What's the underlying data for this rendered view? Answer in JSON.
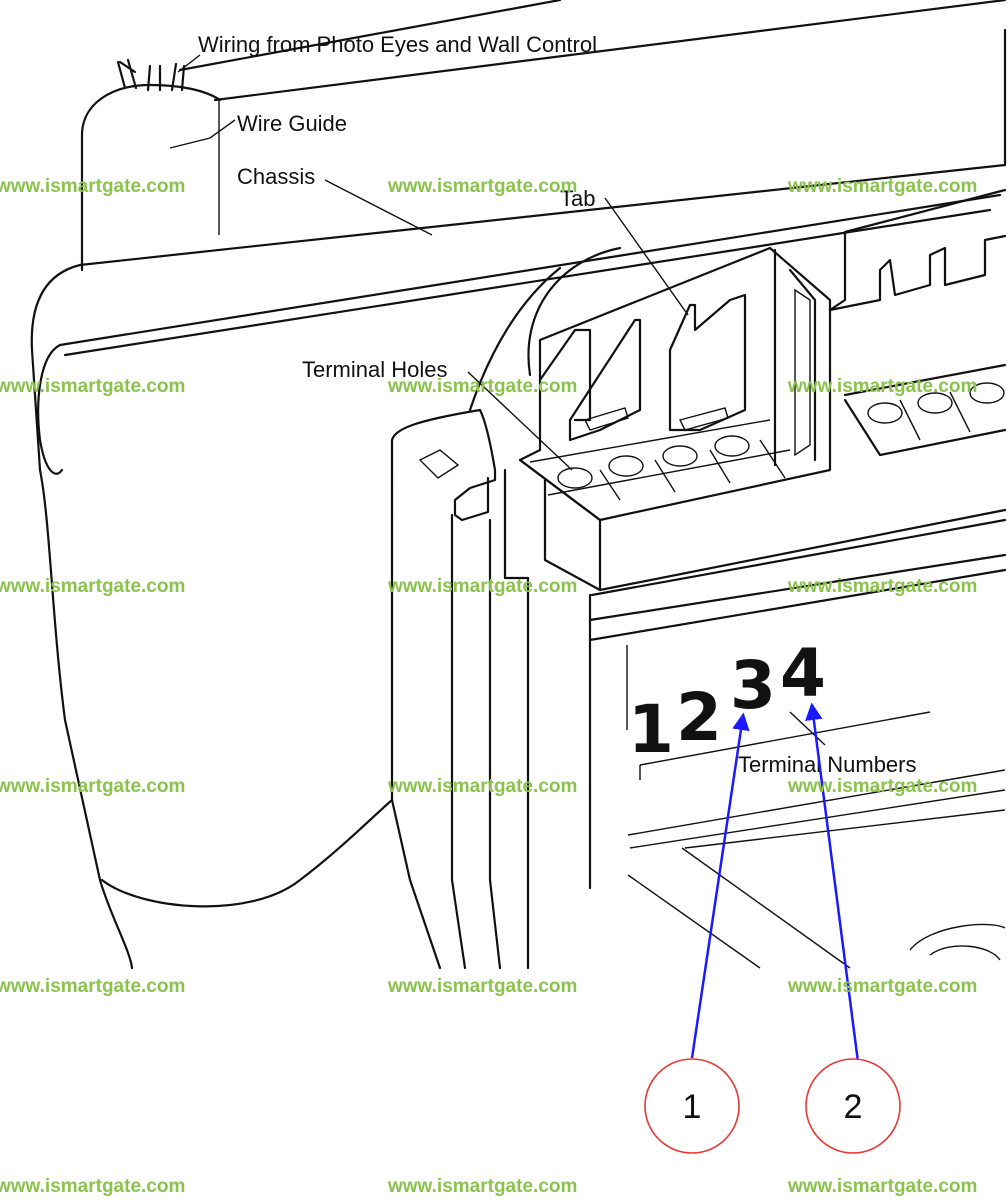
{
  "labels": {
    "wiring": "Wiring from Photo Eyes and Wall Control",
    "wire_guide": "Wire Guide",
    "chassis": "Chassis",
    "tab": "Tab",
    "terminal_holes": "Terminal Holes",
    "terminal_numbers": "Terminal Numbers"
  },
  "terminal_digits": [
    "1",
    "2",
    "3",
    "4"
  ],
  "callouts": [
    {
      "number": "1",
      "points_to_terminal": "3"
    },
    {
      "number": "2",
      "points_to_terminal": "4"
    }
  ],
  "watermark": "www.ismartgate.com",
  "colors": {
    "line_art": "#111111",
    "arrow": "#1a1aff",
    "callout_circle": "#e53935",
    "watermark": "#8ac34a"
  }
}
